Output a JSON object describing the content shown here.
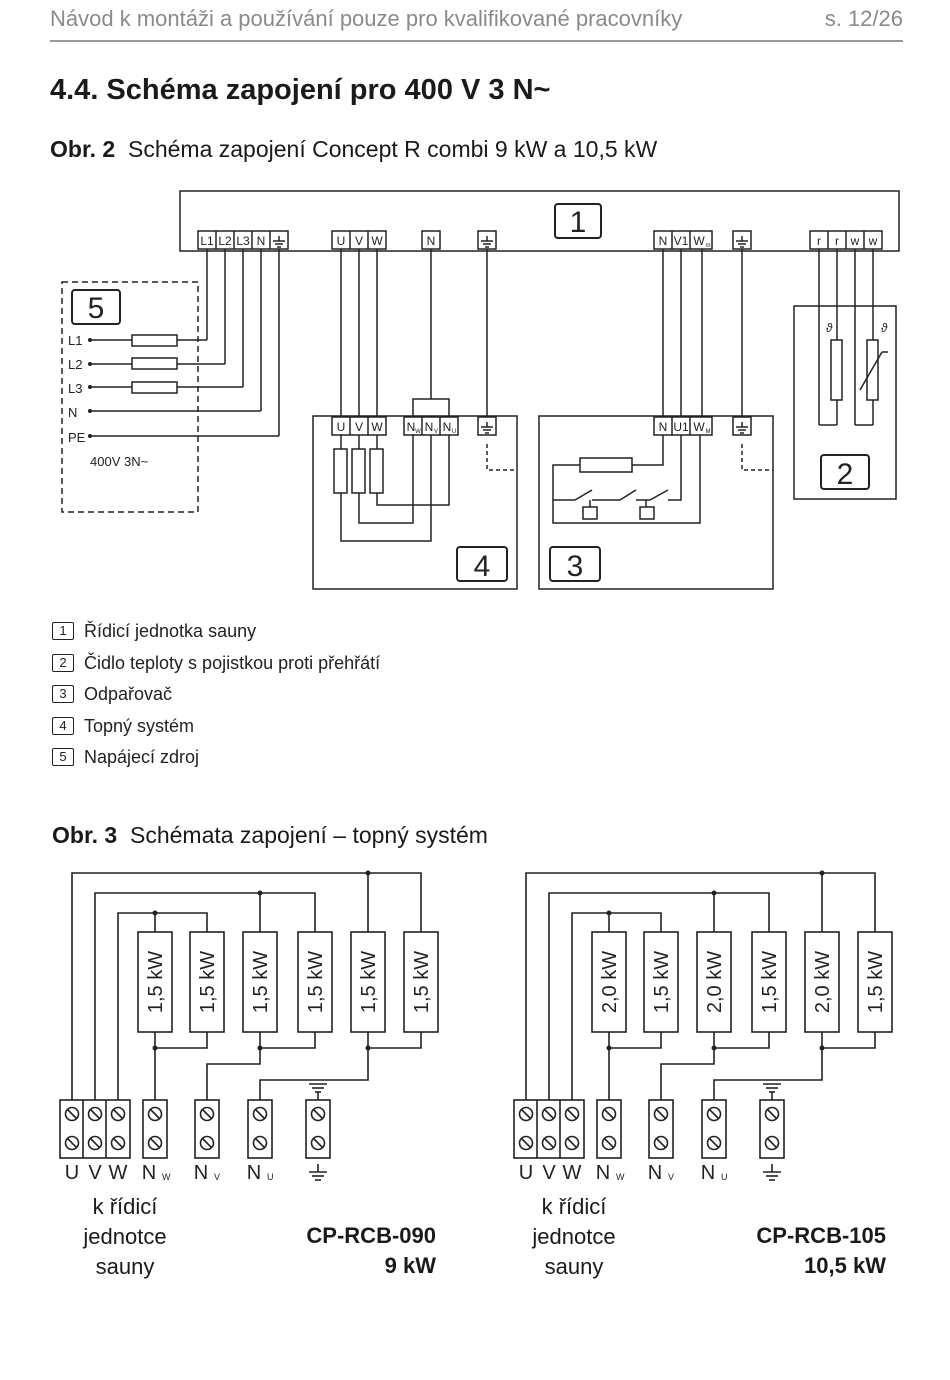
{
  "header": {
    "title": "Návod k montáži a používání pouze pro kvalifikované pracovníky",
    "page": "s. 12/26"
  },
  "section_title": "4.4.  Schéma zapojení pro 400 V 3 N~",
  "fig2": {
    "label": "Obr. 2",
    "caption": "Schéma zapojení Concept R combi 9 kW a 10,5 kW",
    "block_numbers": [
      "1",
      "2",
      "3",
      "4",
      "5"
    ],
    "supply_lines": [
      "L1",
      "L2",
      "L3",
      "N",
      "PE"
    ],
    "supply_label": "400V 3N~",
    "terminals_unit_power": [
      "L1",
      "L2",
      "L3",
      "N"
    ],
    "terminals_unit_heater": [
      "U",
      "V",
      "W"
    ],
    "terminal_unit_n": "N",
    "terminals_unit_vap": [
      "N",
      "V1",
      "W"
    ],
    "terminals_unit_vap_sub": "m",
    "terminals_unit_sensor": [
      "r",
      "r",
      "w",
      "w"
    ],
    "terminals_heater": [
      "U",
      "V",
      "W"
    ],
    "terminals_heater_n": [
      "N",
      "N",
      "N"
    ],
    "terminals_heater_n_sub": [
      "W",
      "V",
      "U"
    ],
    "terminals_vap": [
      "N",
      "U1",
      "W"
    ],
    "terminals_vap_sub": "M"
  },
  "legend": [
    {
      "num": "1",
      "text": "Řídicí jednotka sauny"
    },
    {
      "num": "2",
      "text": "Čidlo teploty s pojistkou proti přehřátí"
    },
    {
      "num": "3",
      "text": "Odpařovač"
    },
    {
      "num": "4",
      "text": "Topný systém"
    },
    {
      "num": "5",
      "text": "Napájecí zdroj"
    }
  ],
  "fig3": {
    "label": "Obr. 3",
    "caption": "Schémata zapojení – topný systém",
    "left": {
      "heaters": [
        "1,5 kW",
        "1,5 kW",
        "1,5 kW",
        "1,5 kW",
        "1,5 kW",
        "1,5 kW"
      ],
      "terminal_labels": [
        "U",
        "V",
        "W",
        "N",
        "N",
        "N"
      ],
      "terminal_subs": [
        "",
        "",
        "",
        "W",
        "V",
        "U"
      ],
      "caption_lines": [
        "k řídicí",
        "jednotce",
        "sauny"
      ],
      "model": "CP-RCB-090",
      "power": "9 kW"
    },
    "right": {
      "heaters": [
        "2,0 kW",
        "1,5 kW",
        "2,0 kW",
        "1,5 kW",
        "2,0 kW",
        "1,5 kW"
      ],
      "terminal_labels": [
        "U",
        "V",
        "W",
        "N",
        "N",
        "N"
      ],
      "terminal_subs": [
        "",
        "",
        "",
        "W",
        "V",
        "U"
      ],
      "caption_lines": [
        "k řídicí",
        "jednotce",
        "sauny"
      ],
      "model": "CP-RCB-105",
      "power": "10,5 kW"
    }
  }
}
